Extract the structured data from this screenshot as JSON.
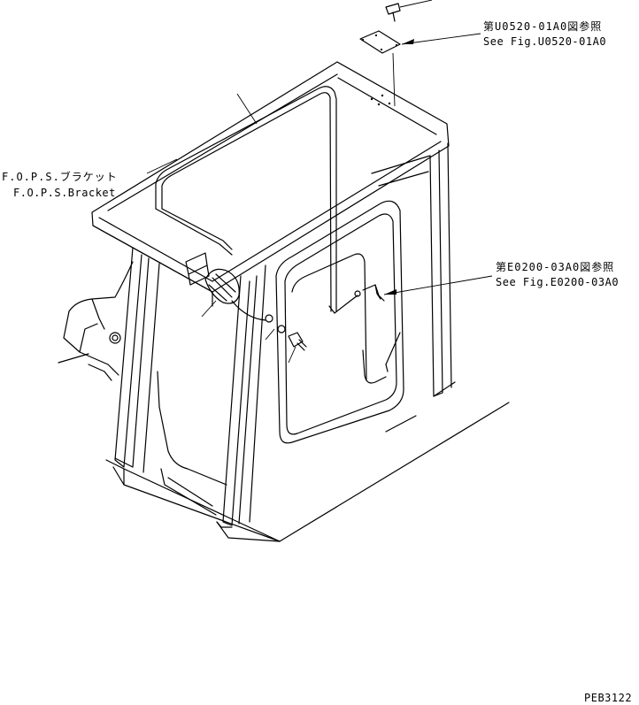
{
  "callouts": {
    "top_right": {
      "ja": "第U0520-01A0図参照",
      "en": "See Fig.U0520-01A0"
    },
    "middle_right": {
      "ja": "第E0200-03A0図参照",
      "en": "See Fig.E0200-03A0"
    },
    "left": {
      "ja": "F.O.P.S.ブラケット",
      "en": "F.O.P.S.Bracket"
    }
  },
  "drawing_code": "PEB3122"
}
